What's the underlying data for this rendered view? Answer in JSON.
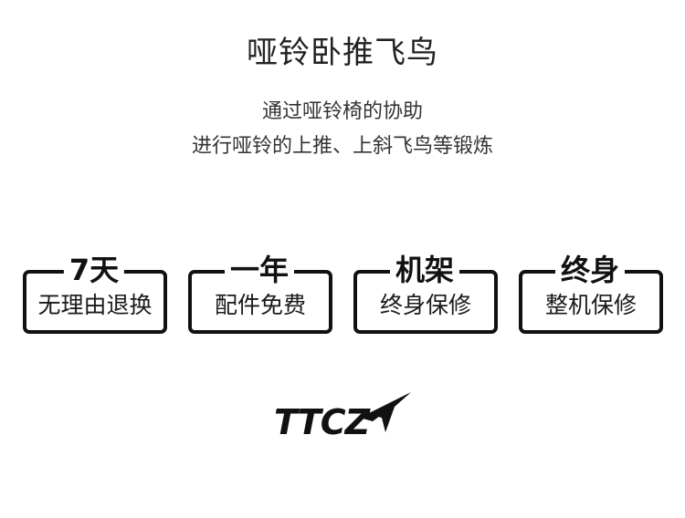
{
  "title": "哑铃卧推飞鸟",
  "subtitle_lines": [
    "通过哑铃椅的协助",
    "进行哑铃的上推、上斜飞鸟等锻炼"
  ],
  "badges": [
    {
      "head": "7天",
      "body": "无理由退换"
    },
    {
      "head": "一年",
      "body": "配件免费"
    },
    {
      "head": "机架",
      "body": "终身保修"
    },
    {
      "head": "终身",
      "body": "整机保修"
    }
  ],
  "logo": {
    "icon": "ttcz-logo",
    "text": "TTCZ"
  },
  "colors": {
    "text": "#111111",
    "background": "#ffffff"
  }
}
